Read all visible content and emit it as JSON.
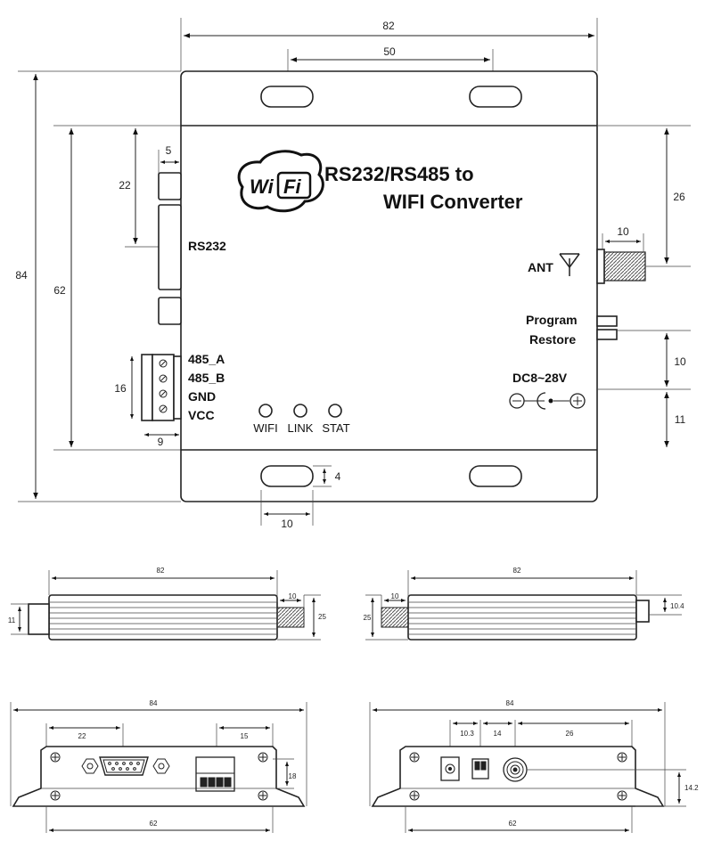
{
  "device": {
    "logo_wi": "Wi",
    "logo_fi": "Fi",
    "title_line1": "RS232/RS485 to",
    "title_line2": "WIFI Converter"
  },
  "labels": {
    "rs232": "RS232",
    "ant": "ANT",
    "program": "Program",
    "restore": "Restore",
    "power": "DC8~28V",
    "terminals": [
      "485_A",
      "485_B",
      "GND",
      "VCC"
    ],
    "leds": [
      "WIFI",
      "LINK",
      "STAT"
    ]
  },
  "dimensions": {
    "top": {
      "width": "82",
      "hole_spacing": "50",
      "height": "84",
      "inner_height": "62",
      "db9_offset": "22",
      "db9_depth": "5",
      "terminal_height": "16",
      "terminal_depth": "9",
      "slot_height": "4",
      "slot_width": "10",
      "ant_offset": "26",
      "ant_length": "10",
      "button_offset": "10",
      "dc_offset": "11"
    },
    "side_left": {
      "length": "82",
      "height": "11",
      "ant_length": "10",
      "ant_height": "25"
    },
    "side_right": {
      "length": "82",
      "height": "10.4",
      "ant_length": "10",
      "ant_height": "25"
    },
    "front_left": {
      "overall": "84",
      "db9_offset": "22",
      "terminal_width": "15",
      "height": "18",
      "hole_spacing": "62"
    },
    "front_right": {
      "overall": "84",
      "dc_width": "10.3",
      "switch_width": "14",
      "ant_offset": "26",
      "height": "14.2",
      "hole_spacing": "62"
    }
  }
}
